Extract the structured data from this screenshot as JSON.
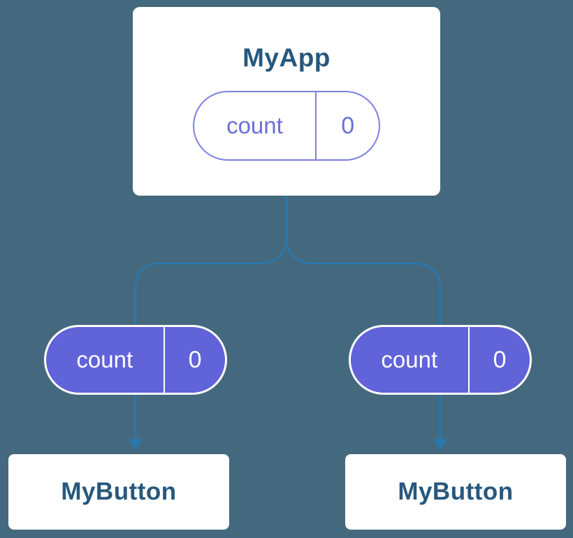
{
  "colors": {
    "canvas_bg": "#44697e",
    "card_bg": "#ffffff",
    "title_text": "#27587e",
    "pill_border": "#7b7fe0",
    "pill_text": "#6b6fd8",
    "pill_filled_bg": "#6163d9",
    "pill_filled_text": "#ffffff",
    "connector": "#2878b0"
  },
  "root_card": {
    "title": "MyApp",
    "state_pill": {
      "label": "count",
      "value": "0"
    }
  },
  "children": [
    {
      "card_title": "MyButton",
      "prop_pill": {
        "label": "count",
        "value": "0"
      }
    },
    {
      "card_title": "MyButton",
      "prop_pill": {
        "label": "count",
        "value": "0"
      }
    }
  ]
}
